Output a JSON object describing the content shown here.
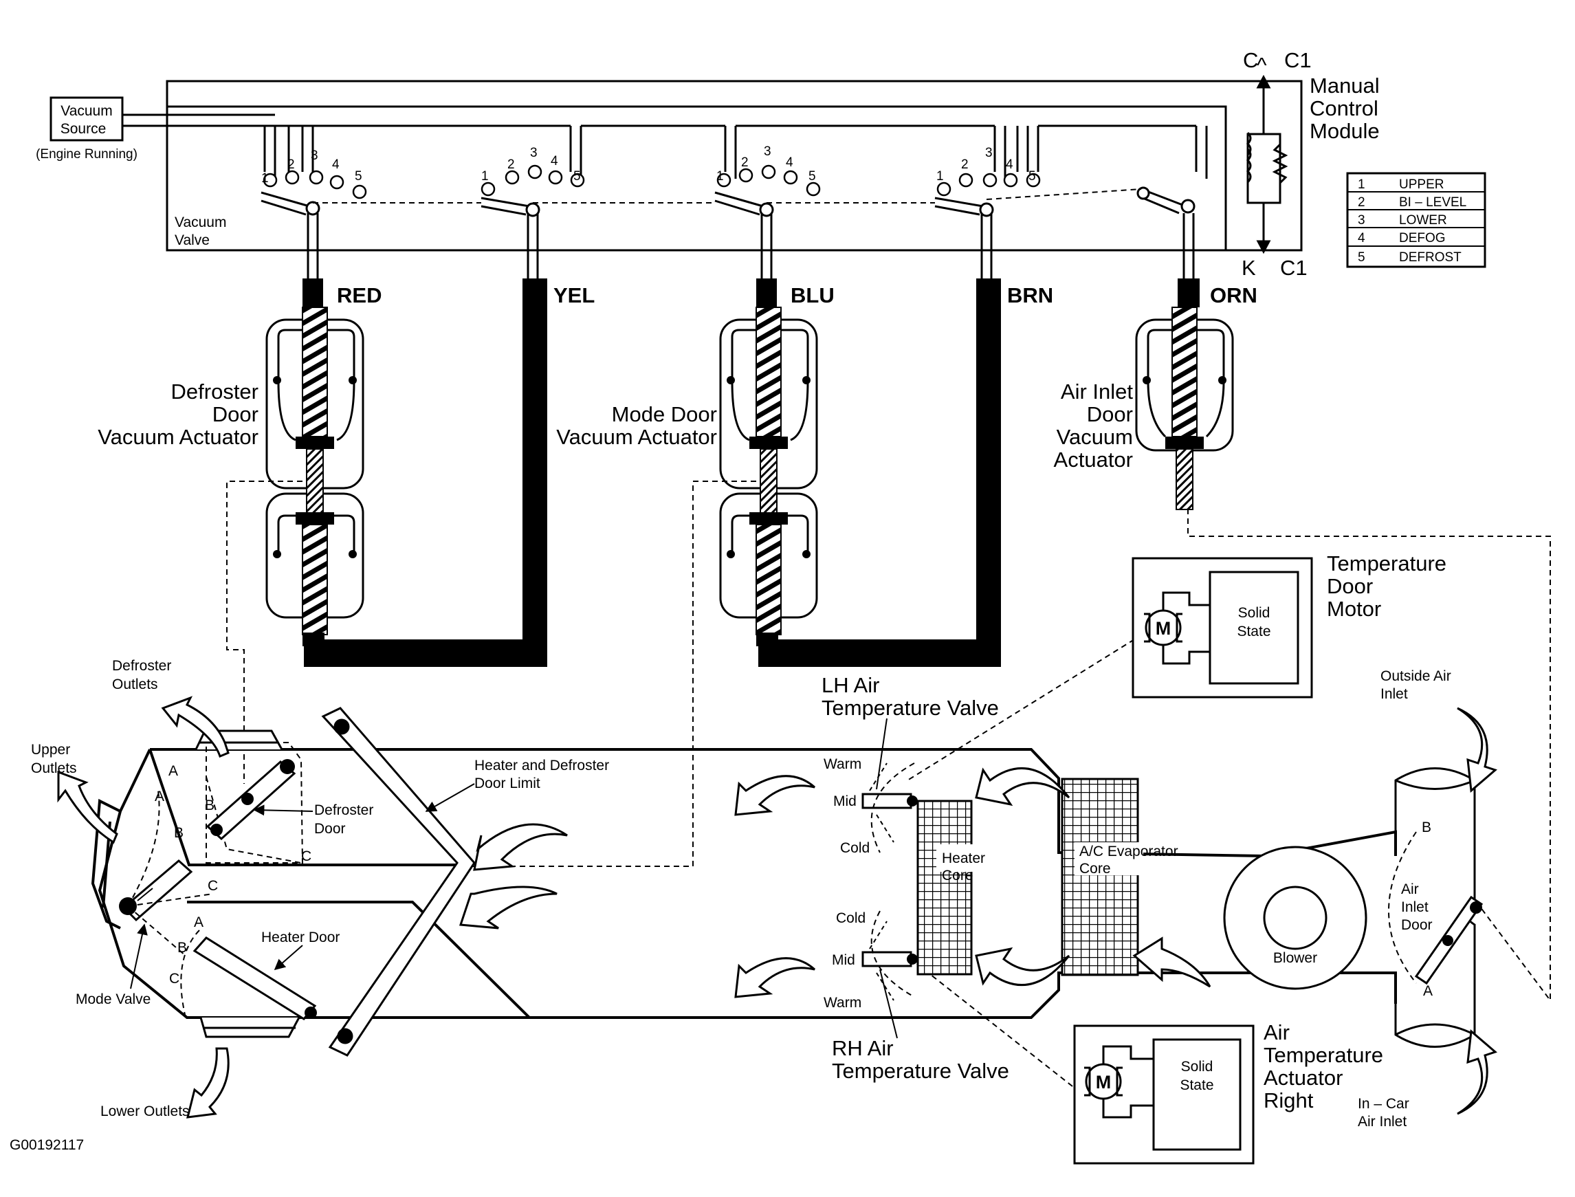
{
  "vacuum_source": {
    "line1": "Vacuum",
    "line2": "Source",
    "note": "(Engine Running)"
  },
  "vacuum_valve": {
    "line1": "Vacuum",
    "line2": "Valve"
  },
  "manual_control_module": {
    "line1": "Manual",
    "line2": "Control",
    "line3": "Module"
  },
  "connectors": {
    "c": "C",
    "c1_top": "C1",
    "k": "K",
    "c1_bottom": "C1"
  },
  "valve_positions": [
    "1",
    "2",
    "3",
    "4",
    "5"
  ],
  "legend": {
    "rows": [
      {
        "num": "1",
        "name": "UPPER"
      },
      {
        "num": "2",
        "name": "BI – LEVEL"
      },
      {
        "num": "3",
        "name": "LOWER"
      },
      {
        "num": "4",
        "name": "DEFOG"
      },
      {
        "num": "5",
        "name": "DEFROST"
      }
    ]
  },
  "hoses": {
    "red": "RED",
    "yel": "YEL",
    "blu": "BLU",
    "brn": "BRN",
    "orn": "ORN"
  },
  "actuators": {
    "defroster": {
      "line1": "Defroster",
      "line2": "Door",
      "line3": "Vacuum Actuator"
    },
    "mode": {
      "line1": "Mode Door",
      "line2": "Vacuum Actuator"
    },
    "air_inlet": {
      "line1": "Air Inlet",
      "line2": "Door",
      "line3": "Vacuum",
      "line4": "Actuator"
    }
  },
  "temperature_door_motor": {
    "line1": "Temperature",
    "line2": "Door",
    "line3": "Motor",
    "motor": "M",
    "solid1": "Solid",
    "solid2": "State"
  },
  "air_temp_actuator_right": {
    "line1": "Air",
    "line2": "Temperature",
    "line3": "Actuator",
    "line4": "Right",
    "motor": "M",
    "solid1": "Solid",
    "solid2": "State"
  },
  "housing": {
    "defroster_outlets": {
      "line1": "Defroster",
      "line2": "Outlets"
    },
    "upper_outlets": {
      "line1": "Upper",
      "line2": "Outlets"
    },
    "lower_outlets": "Lower Outlets",
    "mode_valve": "Mode Valve",
    "defroster_door": {
      "line1": "Defroster",
      "line2": "Door"
    },
    "heater_door": "Heater Door",
    "heater_defroster_limit": {
      "line1": "Heater and Defroster",
      "line2": "Door Limit"
    },
    "lh_valve": {
      "line1": "LH Air",
      "line2": "Temperature Valve"
    },
    "rh_valve": {
      "line1": "RH Air",
      "line2": "Temperature Valve"
    },
    "warm": "Warm",
    "mid": "Mid",
    "cold": "Cold",
    "heater_core": {
      "line1": "Heater",
      "line2": "Core"
    },
    "evaporator_core": {
      "line1": "A/C Evaporator",
      "line2": "Core"
    },
    "blower": "Blower",
    "air_inlet_door": {
      "line1": "Air",
      "line2": "Inlet",
      "line3": "Door"
    },
    "outside_air_inlet": {
      "line1": "Outside Air",
      "line2": "Inlet"
    },
    "in_car_air_inlet": {
      "line1": "In – Car",
      "line2": "Air Inlet"
    },
    "door_letters": {
      "a": "A",
      "b": "B",
      "c": "C"
    }
  },
  "figure_id": "G00192117"
}
